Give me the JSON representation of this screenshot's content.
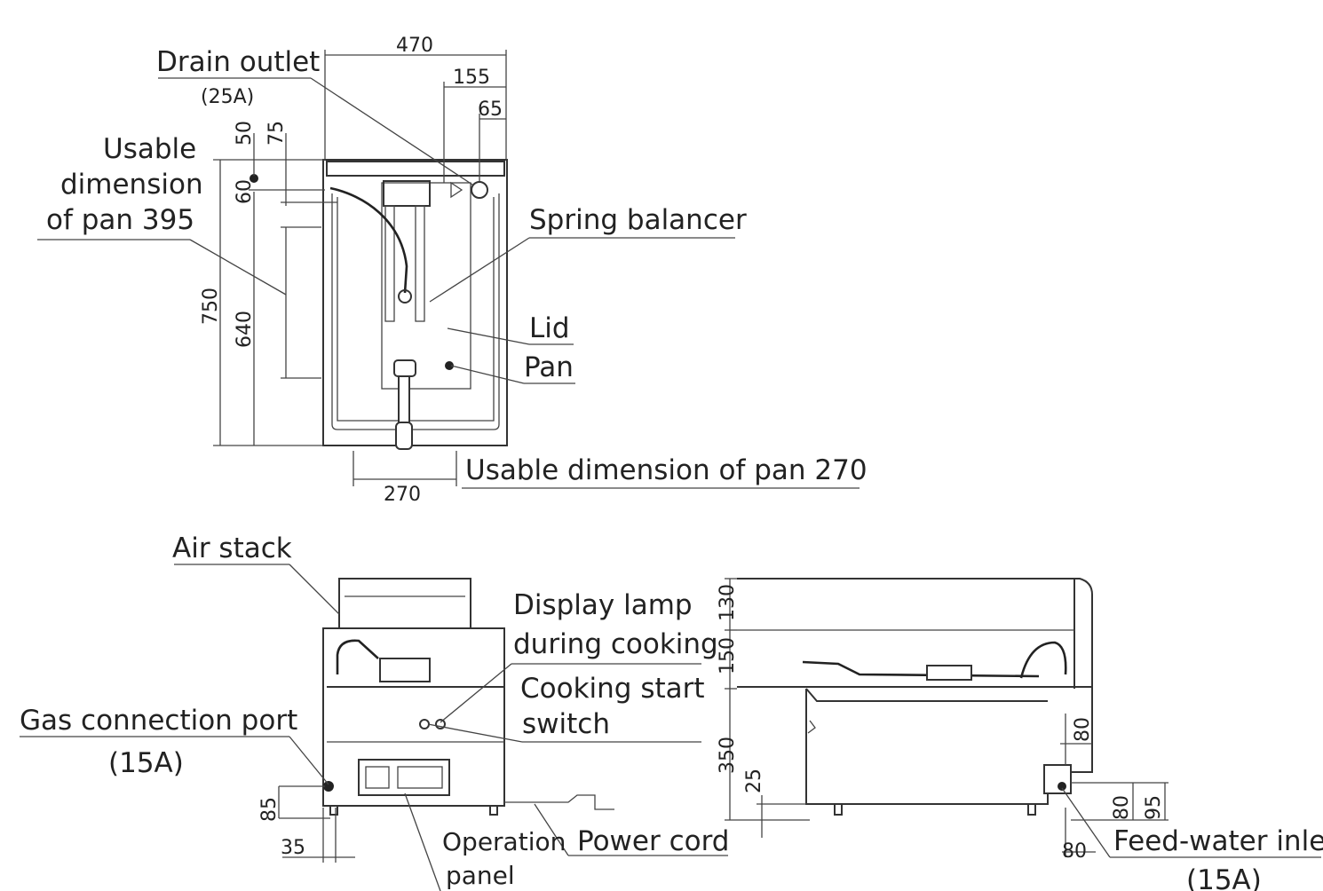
{
  "labels": {
    "drain_outlet": "Drain outlet",
    "drain_outlet_size": "(25A)",
    "usable_dim_1": "Usable",
    "usable_dim_2": "dimension",
    "usable_dim_3": "of pan 395",
    "spring_balancer": "Spring balancer",
    "lid": "Lid",
    "pan": "Pan",
    "usable_dim_270": "Usable dimension of pan 270",
    "air_stack": "Air stack",
    "display_lamp_1": "Display lamp",
    "display_lamp_2": "during cooking",
    "cooking_start_1": "Cooking start",
    "cooking_start_2": "switch",
    "gas_port": "Gas connection port",
    "gas_port_size": "(15A)",
    "operation_panel_1": "Operation",
    "operation_panel_2": "panel",
    "power_cord": "Power cord",
    "feed_water_inlet": "Feed-water inlet",
    "feed_water_size": "(15A)"
  },
  "dimensions": {
    "top_width": "470",
    "right_offset": "155",
    "right_small": "65",
    "d50": "50",
    "d75": "75",
    "d60": "60",
    "depth_750": "750",
    "depth_640": "640",
    "bottom_270": "270",
    "side_130": "130",
    "side_150": "150",
    "side_350": "350",
    "side_25": "25",
    "front_85": "85",
    "front_35": "35",
    "right_80a": "80",
    "right_80b": "80",
    "right_95": "95",
    "right_80c": "80"
  }
}
